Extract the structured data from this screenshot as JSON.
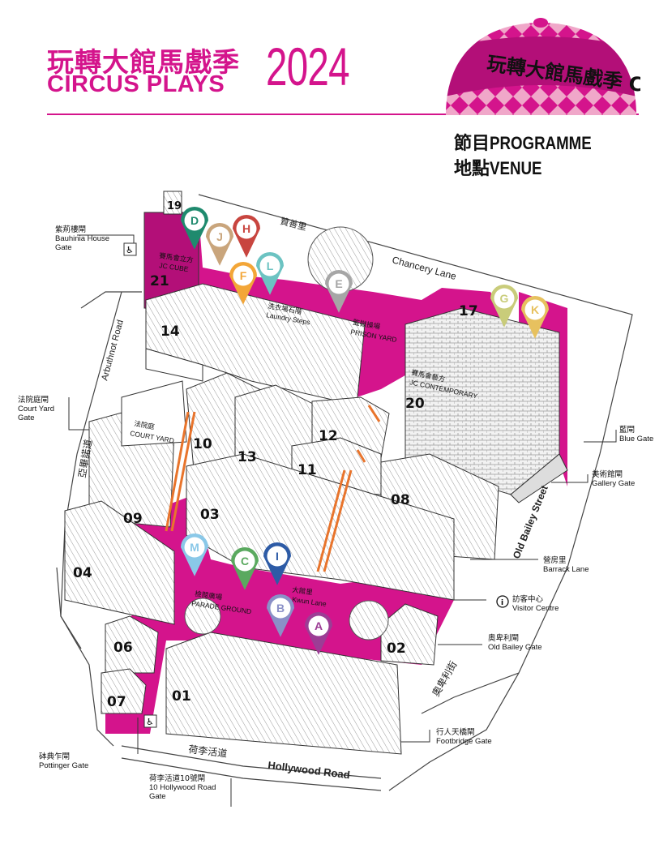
{
  "header": {
    "title_zh": "玩轉大館馬戲季",
    "title_en": "CIRCUS PLAYS",
    "year": "2024",
    "dome_text": "玩轉大館馬戲季 CIRCUS"
  },
  "programme": {
    "zh1": "節目",
    "en1": "PROGRAMME",
    "zh2": "地點",
    "en2": "VENUE"
  },
  "colors": {
    "magenta": "#d4148c",
    "orange": "#e8742c"
  },
  "buildings": [
    "01",
    "02",
    "03",
    "04",
    "06",
    "07",
    "08",
    "09",
    "10",
    "11",
    "12",
    "13",
    "14",
    "17",
    "19",
    "20",
    "21"
  ],
  "pins": [
    {
      "id": "D",
      "color": "#1f8a6e"
    },
    {
      "id": "J",
      "color": "#c9a57c"
    },
    {
      "id": "H",
      "color": "#c8453f"
    },
    {
      "id": "F",
      "color": "#f3a638"
    },
    {
      "id": "L",
      "color": "#6cc3c2"
    },
    {
      "id": "E",
      "color": "#a6a6a6"
    },
    {
      "id": "G",
      "color": "#c9cc7a"
    },
    {
      "id": "K",
      "color": "#e7c15f"
    },
    {
      "id": "M",
      "color": "#8ac8e8"
    },
    {
      "id": "C",
      "color": "#5aa95f"
    },
    {
      "id": "I",
      "color": "#2d5ba6"
    },
    {
      "id": "B",
      "color": "#8a90c7"
    },
    {
      "id": "A",
      "color": "#9c3d95"
    }
  ],
  "places": {
    "jc_cube_zh": "賽馬會立方",
    "jc_cube_en": "JC CUBE",
    "laundry_zh": "洗衣場石階",
    "laundry_en": "Laundry Steps",
    "prison_zh": "監獄操場",
    "prison_en": "PRISON YARD",
    "jc_contemp_zh": "賽馬會藝方",
    "jc_contemp_en": "JC CONTEMPORARY",
    "court_zh": "法院庭",
    "court_en": "COURT YARD",
    "parade_zh": "檢閱廣場",
    "parade_en": "PARADE GROUND",
    "kwun_zh": "大館里",
    "kwun_en": "Kwun Lane"
  },
  "streets": {
    "chancery_zh": "贊善里",
    "chancery_en": "Chancery Lane",
    "arbuthnot_en": "Arbuthnot Road",
    "arbuthnot_zh": "亞畢諾道",
    "oldbailey_en": "Old Bailey Street",
    "oldbailey_zh": "奧卑利街",
    "hollywood_zh": "荷李活道",
    "hollywood_en": "Hollywood Road"
  },
  "gates": {
    "bauhinia_zh": "紫荊樓閘",
    "bauhinia_en1": "Bauhinia House",
    "bauhinia_en2": "Gate",
    "court_zh": "法院庭閘",
    "court_en1": "Court Yard",
    "court_en2": "Gate",
    "blue_zh": "藍閘",
    "blue_en": "Blue Gate",
    "gallery_zh": "美術館閘",
    "gallery_en": "Gallery Gate",
    "barrack_zh": "營房里",
    "barrack_en": "Barrack Lane",
    "visitor_zh": "訪客中心",
    "visitor_en": "Visitor Centre",
    "oldbailey_zh": "奧卑利閘",
    "oldbailey_en": "Old Bailey Gate",
    "footbridge_zh": "行人天橋閘",
    "footbridge_en": "Footbridge Gate",
    "pottinger_zh": "砵典乍閘",
    "pottinger_en": "Pottinger Gate",
    "hollywood10_zh": "荷李活道10號閘",
    "hollywood10_en1": "10 Hollywood Road",
    "hollywood10_en2": "Gate"
  }
}
